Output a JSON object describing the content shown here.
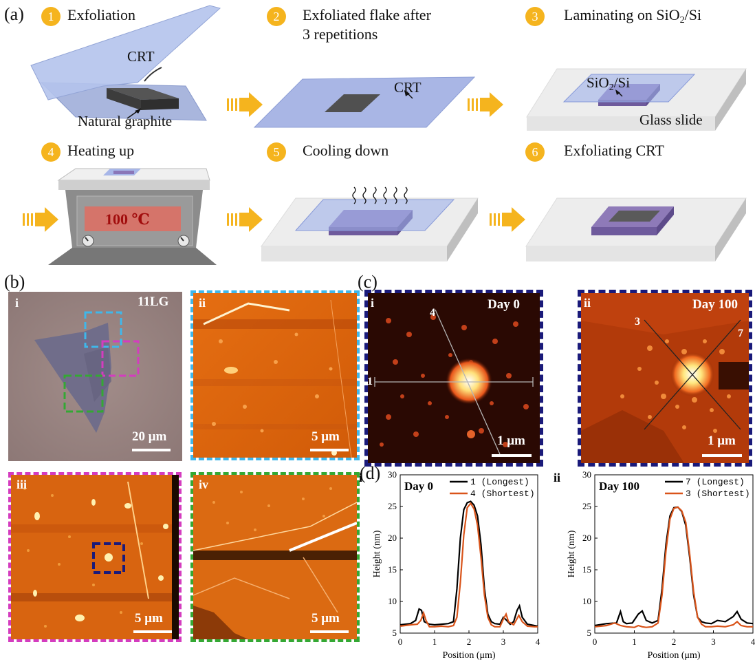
{
  "panel_a": {
    "letter": "(a)",
    "steps": [
      {
        "num": "1",
        "title": "Exfoliation"
      },
      {
        "num": "2",
        "title": "Exfoliated flake after",
        "title2": "3 repetitions"
      },
      {
        "num": "3",
        "title": "Laminating on SiO",
        "title_sub": "2",
        "title_tail": "/Si"
      },
      {
        "num": "4",
        "title": "Heating up"
      },
      {
        "num": "5",
        "title": "Cooling down"
      },
      {
        "num": "6",
        "title": "Exfoliating CRT"
      }
    ],
    "labels": {
      "crt1": "CRT",
      "graphite": "Natural graphite",
      "crt2": "CRT",
      "sio2": "SiO",
      "sio2_sub": "2",
      "sio2_tail": "/Si",
      "glass": "Glass slide",
      "temp": "100 ℃"
    }
  },
  "panel_b": {
    "letter": "(b)",
    "images": [
      {
        "roman": "i",
        "tag": "11LG",
        "scale": "20 μm"
      },
      {
        "roman": "ii",
        "scale": "5 μm"
      },
      {
        "roman": "iii",
        "scale": "5 μm"
      },
      {
        "roman": "iv",
        "scale": "5 μm"
      }
    ]
  },
  "panel_c": {
    "letter": "(c)",
    "images": [
      {
        "roman": "i",
        "day": "Day 0",
        "scale": "1 μm",
        "line_a": "4",
        "line_b": "1"
      },
      {
        "roman": "ii",
        "day": "Day 100",
        "scale": "1 μm",
        "line_a": "3",
        "line_b": "7"
      }
    ]
  },
  "panel_d": {
    "letter": "(d)"
  },
  "colors": {
    "badge": "#f5b41e",
    "black_series": "#000000",
    "orange_series": "#d9541a",
    "frame_blue": "#1a1a7a",
    "frame_cyan": "#3fb7ea",
    "frame_magenta": "#d43cbf",
    "frame_green": "#34a834"
  },
  "chart_data": [
    {
      "type": "line",
      "roman": "i",
      "label": "Day 0",
      "xlabel": "Position (μm)",
      "ylabel": "Height (nm)",
      "xlim": [
        0,
        4
      ],
      "ylim": [
        5,
        30
      ],
      "xticks": [
        "0",
        "1",
        "2",
        "3",
        "4"
      ],
      "yticks": [
        "5",
        "10",
        "15",
        "20",
        "25",
        "30"
      ],
      "legend_position": "top-right",
      "series": [
        {
          "name": "1 (Longest)",
          "color": "#000000",
          "x": [
            0,
            0.3,
            0.45,
            0.55,
            0.62,
            0.7,
            0.85,
            1.0,
            1.2,
            1.4,
            1.55,
            1.65,
            1.75,
            1.85,
            1.95,
            2.05,
            2.15,
            2.25,
            2.35,
            2.45,
            2.55,
            2.65,
            2.75,
            2.9,
            3.0,
            3.1,
            3.2,
            3.3,
            3.4,
            3.47,
            3.55,
            3.7,
            3.9,
            4.0
          ],
          "y": [
            6.3,
            6.5,
            7.0,
            8.8,
            8.6,
            6.8,
            6.4,
            6.3,
            6.4,
            6.5,
            6.8,
            12,
            20,
            24.5,
            25.6,
            25.8,
            25.2,
            23.5,
            19,
            12,
            8,
            6.8,
            6.5,
            6.4,
            7.5,
            7.0,
            6.4,
            6.8,
            8.6,
            9.3,
            7.5,
            6.4,
            6.2,
            6.1
          ]
        },
        {
          "name": "4 (Shortest)",
          "color": "#d9541a",
          "x": [
            0,
            0.3,
            0.5,
            0.6,
            0.68,
            0.75,
            0.85,
            1.0,
            1.2,
            1.4,
            1.55,
            1.65,
            1.75,
            1.85,
            1.95,
            2.05,
            2.15,
            2.25,
            2.35,
            2.45,
            2.55,
            2.65,
            2.75,
            2.9,
            3.0,
            3.08,
            3.15,
            3.3,
            3.45,
            3.55,
            3.7,
            3.9,
            4.0
          ],
          "y": [
            6.1,
            6.3,
            6.4,
            7.0,
            8.2,
            7.0,
            6.0,
            6.0,
            6.1,
            6.0,
            6.2,
            7.5,
            13,
            20.5,
            24.8,
            25.5,
            24.6,
            22,
            17,
            11,
            7.5,
            6.3,
            6.0,
            6.0,
            7.2,
            8.0,
            6.8,
            6.3,
            7.8,
            6.8,
            6.1,
            6.0,
            6.0
          ]
        }
      ]
    },
    {
      "type": "line",
      "roman": "ii",
      "label": "Day 100",
      "xlabel": "Position (μm)",
      "ylabel": "Height (nm)",
      "xlim": [
        0,
        4
      ],
      "ylim": [
        5,
        30
      ],
      "xticks": [
        "0",
        "1",
        "2",
        "3",
        "4"
      ],
      "yticks": [
        "5",
        "10",
        "15",
        "20",
        "25",
        "30"
      ],
      "legend_position": "top-right",
      "series": [
        {
          "name": "7 (Longest)",
          "color": "#000000",
          "x": [
            0,
            0.3,
            0.55,
            0.65,
            0.72,
            0.8,
            0.95,
            1.1,
            1.2,
            1.3,
            1.45,
            1.6,
            1.7,
            1.8,
            1.9,
            2.0,
            2.1,
            2.2,
            2.3,
            2.4,
            2.5,
            2.6,
            2.7,
            2.8,
            2.95,
            3.1,
            3.3,
            3.5,
            3.6,
            3.7,
            3.85,
            4.0
          ],
          "y": [
            6.2,
            6.5,
            6.6,
            8.4,
            6.8,
            6.5,
            6.6,
            8.0,
            8.5,
            7.0,
            6.6,
            7.0,
            12,
            19,
            23.5,
            24.8,
            24.9,
            24.2,
            22,
            17,
            11,
            7.5,
            6.8,
            6.6,
            6.5,
            7.0,
            6.8,
            7.6,
            8.4,
            7.2,
            6.6,
            6.5
          ]
        },
        {
          "name": "3 (Shortest)",
          "color": "#d9541a",
          "x": [
            0,
            0.3,
            0.5,
            0.65,
            0.8,
            1.0,
            1.1,
            1.2,
            1.3,
            1.45,
            1.6,
            1.7,
            1.8,
            1.9,
            2.0,
            2.1,
            2.2,
            2.3,
            2.4,
            2.5,
            2.6,
            2.7,
            2.8,
            2.95,
            3.1,
            3.3,
            3.5,
            3.6,
            3.7,
            3.85,
            4.0
          ],
          "y": [
            6.0,
            6.2,
            6.6,
            6.2,
            6.0,
            5.9,
            6.2,
            6.0,
            5.9,
            6.0,
            6.6,
            11,
            18,
            23,
            24.7,
            24.9,
            24.3,
            22.5,
            17.5,
            11.5,
            7.5,
            6.4,
            6.0,
            6.0,
            6.1,
            6.0,
            6.3,
            6.8,
            6.2,
            6.0,
            6.0
          ]
        }
      ]
    }
  ]
}
